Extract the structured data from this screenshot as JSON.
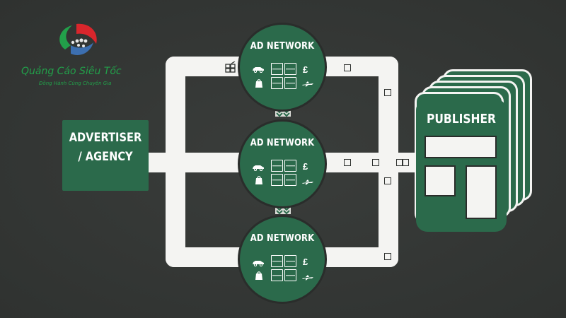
{
  "brand": {
    "name": "Quảng Cáo Siêu Tốc",
    "slogan": "Đồng Hành Cùng Chuyên Gia",
    "colors": {
      "green": "#22a04a",
      "red": "#d9262c",
      "blue": "#3c6fb0"
    }
  },
  "advertiser": {
    "line1": "ADVERTISER",
    "line2": "/ AGENCY"
  },
  "networks": [
    {
      "title": "AD NETWORK",
      "currency": "£"
    },
    {
      "title": "AD NETWORK",
      "currency": "£"
    },
    {
      "title": "AD NETWORK",
      "currency": "£"
    }
  ],
  "publisher": {
    "title": "PUBLISHER"
  },
  "icons": [
    "car-icon",
    "grid-icon",
    "pound-icon",
    "bag-icon",
    "plane-icon",
    "chevron-icon"
  ],
  "colors": {
    "background": "#333634",
    "node": "#2b6a4b",
    "pipe": "#f4f4f2"
  }
}
